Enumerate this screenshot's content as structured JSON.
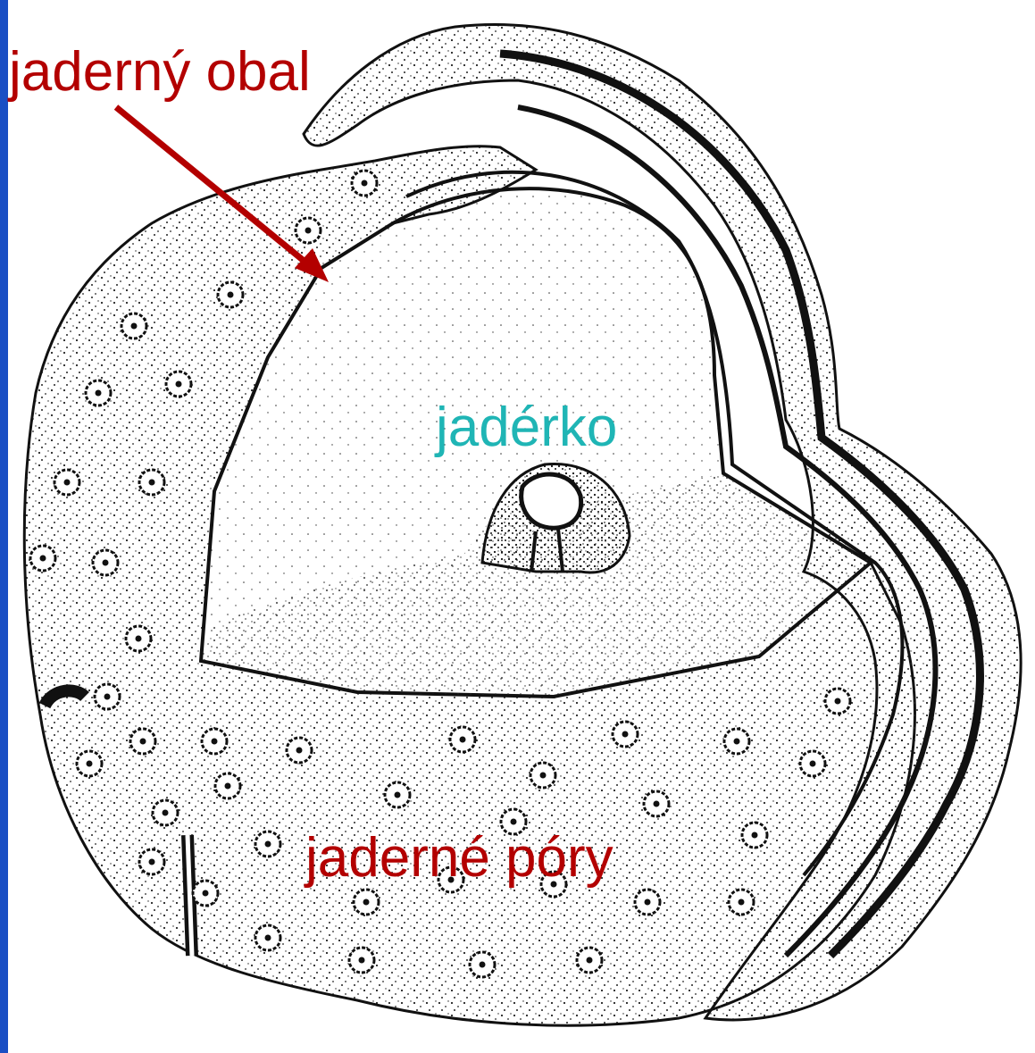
{
  "labels": {
    "nuclear_envelope": "jaderný obal",
    "nucleolus": "jadérko",
    "nuclear_pores": "jaderné póry"
  },
  "colors": {
    "nuclear_envelope": "#b30000",
    "nucleolus": "#1fb5b5",
    "nuclear_pores": "#b30000",
    "left_bar": "#1a4fc4",
    "ink": "#1a1a1a"
  },
  "icons": {
    "arrow": "red-arrow-icon"
  }
}
